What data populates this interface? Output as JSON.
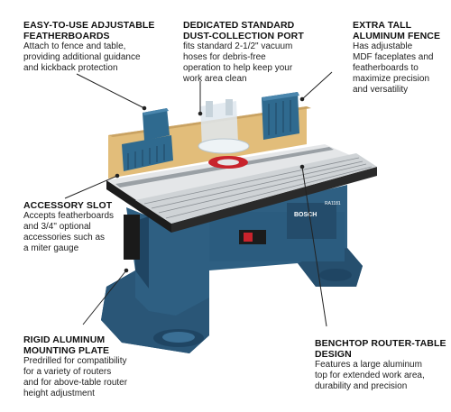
{
  "callouts": {
    "featherboards": {
      "title_1": "EASY-TO-USE ADJUSTABLE",
      "title_2": "FEATHERBOARDS",
      "desc": [
        "Attach to fence and table,",
        "providing additional guidance",
        "and kickback protection"
      ]
    },
    "dust_port": {
      "title_1": "DEDICATED STANDARD",
      "title_2": "DUST-COLLECTION PORT",
      "desc": [
        "fits standard 2-1/2\" vacuum",
        "hoses for debris-free",
        "operation to help keep your",
        "work area clean"
      ]
    },
    "fence": {
      "title_1": "EXTRA TALL",
      "title_2": "ALUMINUM FENCE",
      "desc": [
        "Has adjustable",
        "MDF faceplates and",
        "featherboards to",
        "maximize precision",
        "and versatility"
      ]
    },
    "accessory_slot": {
      "title_1": "ACCESSORY SLOT",
      "desc": [
        "Accepts featherboards",
        "and 3/4\" optional",
        "accessories such as",
        "a miter gauge"
      ]
    },
    "mounting_plate": {
      "title_1": "RIGID ALUMINUM",
      "title_2": "MOUNTING PLATE",
      "desc": [
        "Predrilled for compatibility",
        "for a variety of routers",
        "and for above-table router",
        "height adjustment"
      ]
    },
    "design": {
      "title_1": "BENCHTOP ROUTER-TABLE",
      "title_2": "DESIGN",
      "desc": [
        "Features a large aluminum",
        "top for extended work area,",
        "durability and precision"
      ]
    }
  },
  "product": {
    "brand": "BOSCH",
    "model": "RA1181",
    "colors": {
      "body_blue": "#2e5f82",
      "body_dark": "#1f4563",
      "table_top": "#e4e6e8",
      "mdf": "#e2bd7a",
      "fence_blue": "#2f6a8f",
      "plate_red": "#c8232c"
    }
  }
}
